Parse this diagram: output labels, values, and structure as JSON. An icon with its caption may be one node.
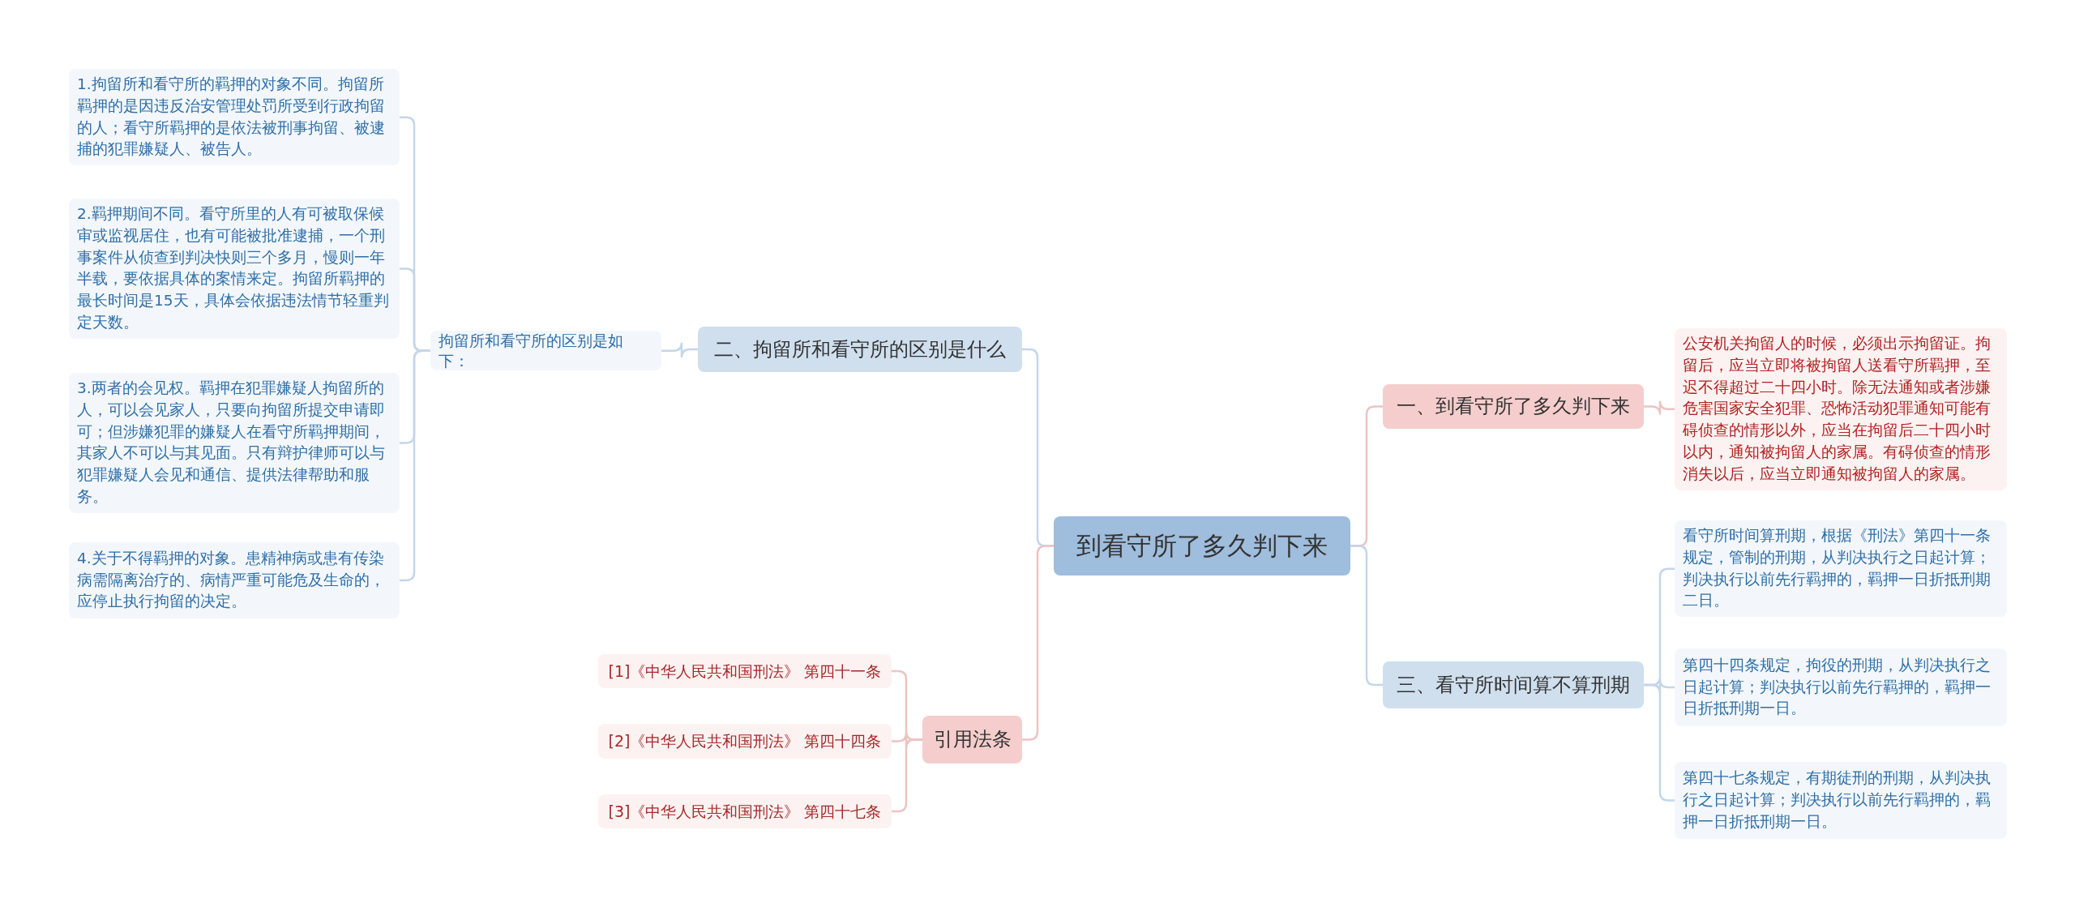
{
  "diagram": {
    "nodes": [
      {
        "text": [
          "到看守所了多久判下来"
        ]
      },
      {
        "text": [
          "二、拘留所和看守所的区别是什么"
        ]
      },
      {
        "text": [
          "拘留所和看守所的区别是如下："
        ]
      },
      {
        "text": [
          "1.拘留所和看守所的羁押的对象不同。拘留所羁押的是因违反治安管理处罚所受到行政拘留的人；看守所羁押的是依法被刑事拘留、被逮捕的犯罪嫌疑人、被告人。"
        ]
      },
      {
        "text": [
          "2.羁押期间不同。看守所里的人有可被取保候审或监视居住，也有可能被批准逮捕，一个刑事案件从侦查到判决快则三个多月，慢则一年半载，要依据具体的案情来定。拘留所羁押的最长时间是15天，具体会依据违法情节轻重判定天数。"
        ]
      },
      {
        "text": [
          "3.两者的会见权。羁押在犯罪嫌疑人拘留所的人，可以会见家人，只要向拘留所提交申请即可；但涉嫌犯罪的嫌疑人在看守所羁押期间，其家人不可以与其见面。只有辩护律师可以与犯罪嫌疑人会见和通信、提供法律帮助和服务。"
        ]
      },
      {
        "text": [
          "4.关于不得羁押的对象。患精神病或患有传染病需隔离治疗的、病情严重可能危及生命的，应停止执行拘留的决定。"
        ]
      },
      {
        "text": [
          "引用法条"
        ]
      },
      {
        "text": [
          "[1]《中华人民共和国刑法》 第四十一条"
        ]
      },
      {
        "text": [
          "[2]《中华人民共和国刑法》 第四十四条"
        ]
      },
      {
        "text": [
          "[3]《中华人民共和国刑法》 第四十七条"
        ]
      },
      {
        "text": [
          "一、到看守所了多久判下来"
        ]
      },
      {
        "text": [
          "公安机关拘留人的时候，必须出示拘留证。拘留后，应当立即将被拘留人送看守所羁押，至迟不得超过二十四小时。除无法通知或者涉嫌危害国家安全犯罪、恐怖活动犯罪通知可能有碍侦查的情形以外，应当在拘留后二十四小时以内，通知被拘留人的家属。有碍侦查的情形消失以后，应当立即通知被拘留人的家属。"
        ]
      },
      {
        "text": [
          "三、看守所时间算不算刑期"
        ]
      },
      {
        "text": [
          "看守所时间算刑期，根据《刑法》第四十一条规定，管制的刑期，从判决执行之日起计算；判决执行以前先行羁押的，羁押一日折抵刑期二日。"
        ]
      },
      {
        "text": [
          "第四十四条规定，拘役的刑期，从判决执行之日起计算；判决执行以前先行羁押的，羁押一日折抵刑期一日。"
        ]
      },
      {
        "text": [
          "第四十七条规定，有期徒刑的刑期，从判决执行之日起计算；判决执行以前先行羁押的，羁押一日折抵刑期一日。"
        ]
      }
    ],
    "edges": [
      {
        "from": 0,
        "to": 1,
        "arrow": "none"
      },
      {
        "from": 1,
        "to": 2,
        "arrow": "none"
      },
      {
        "from": 2,
        "to": 3,
        "arrow": "none"
      },
      {
        "from": 2,
        "to": 4,
        "arrow": "none"
      },
      {
        "from": 2,
        "to": 5,
        "arrow": "none"
      },
      {
        "from": 2,
        "to": 6,
        "arrow": "none"
      },
      {
        "from": 0,
        "to": 7,
        "arrow": "none",
        "color": "#ecc4c4"
      },
      {
        "from": 7,
        "to": 8,
        "arrow": "none",
        "color": "#ecc4c4"
      },
      {
        "from": 7,
        "to": 9,
        "arrow": "none",
        "color": "#ecc4c4"
      },
      {
        "from": 7,
        "to": 10,
        "arrow": "none",
        "color": "#ecc4c4"
      },
      {
        "from": 0,
        "to": 11,
        "arrow": "none",
        "color": "#ecc4c4"
      },
      {
        "from": 11,
        "to": 12,
        "arrow": "none",
        "color": "#ecc4c4"
      },
      {
        "from": 0,
        "to": 13,
        "arrow": "none"
      },
      {
        "from": 13,
        "to": 14,
        "arrow": "none"
      },
      {
        "from": 13,
        "to": 15,
        "arrow": "none"
      },
      {
        "from": 13,
        "to": 16,
        "arrow": "none"
      }
    ]
  }
}
